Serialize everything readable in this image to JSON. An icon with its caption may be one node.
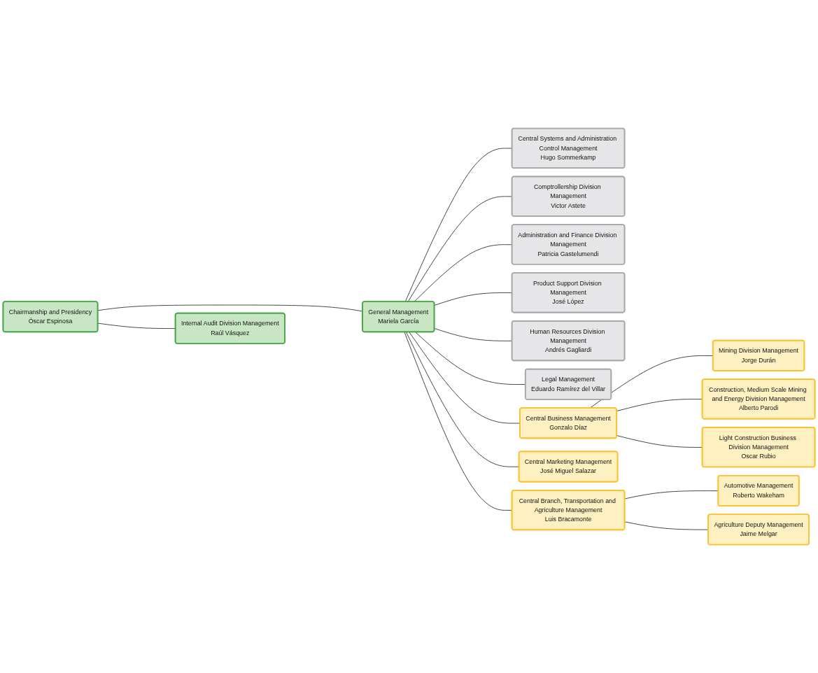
{
  "diagram": {
    "nodes": [
      {
        "text": [
          "Internal Audit Division Management",
          "Raúl Vásquez"
        ]
      },
      {
        "text": [
          "Chairmanship and Presidency",
          "Óscar Espinosa"
        ]
      },
      {
        "text": [
          "General Management",
          "Mariela García"
        ]
      },
      {
        "text": [
          "Central Systems and Administration Control Management",
          "Hugo Sommerkamp"
        ]
      },
      {
        "text": [
          "Comptrollership Division Management",
          "Victor Astete"
        ]
      },
      {
        "text": [
          "Administration and Finance Division Management",
          "Patricia Gastelumendi"
        ]
      },
      {
        "text": [
          "Product Support Division Management",
          "José López"
        ]
      },
      {
        "text": [
          "Human Resources Division Management",
          "Andrés Gagliardi"
        ]
      },
      {
        "text": [
          "Legal Management",
          "Eduardo Ramírez del Villar"
        ]
      },
      {
        "text": [
          "Central Business Management",
          "Gonzalo Díaz"
        ]
      },
      {
        "text": [
          "Central Marketing Management",
          "José Miguel Salazar"
        ]
      },
      {
        "text": [
          "Central Branch, Transportation and Agriculture Management",
          "Luis Bracamonte"
        ]
      },
      {
        "text": [
          "Mining Division Management",
          "Jorge Durán"
        ]
      },
      {
        "text": [
          "Construction, Medium Scale Mining and Energy Division Management",
          "Alberto Parodi"
        ]
      },
      {
        "text": [
          "Light Construction Business Division Management",
          "Oscar Rubio"
        ]
      },
      {
        "text": [
          "Automotive Management",
          "Roberto Wakeham"
        ]
      },
      {
        "text": [
          "Agriculture Deputy Management",
          "Jaime Melgar"
        ]
      }
    ],
    "edges": [
      {
        "from": 1,
        "to": 0,
        "arrow": "none"
      },
      {
        "from": 1,
        "to": 2,
        "arrow": "none"
      },
      {
        "from": 2,
        "to": 3,
        "arrow": "none"
      },
      {
        "from": 2,
        "to": 4,
        "arrow": "none"
      },
      {
        "from": 2,
        "to": 5,
        "arrow": "none"
      },
      {
        "from": 2,
        "to": 6,
        "arrow": "none"
      },
      {
        "from": 2,
        "to": 7,
        "arrow": "none"
      },
      {
        "from": 2,
        "to": 8,
        "arrow": "none"
      },
      {
        "from": 2,
        "to": 9,
        "arrow": "none"
      },
      {
        "from": 2,
        "to": 10,
        "arrow": "none"
      },
      {
        "from": 2,
        "to": 11,
        "arrow": "none"
      },
      {
        "from": 9,
        "to": 12,
        "arrow": "none"
      },
      {
        "from": 9,
        "to": 13,
        "arrow": "none"
      },
      {
        "from": 9,
        "to": 14,
        "arrow": "none"
      },
      {
        "from": 11,
        "to": 15,
        "arrow": "none"
      },
      {
        "from": 11,
        "to": 16,
        "arrow": "none"
      }
    ]
  }
}
